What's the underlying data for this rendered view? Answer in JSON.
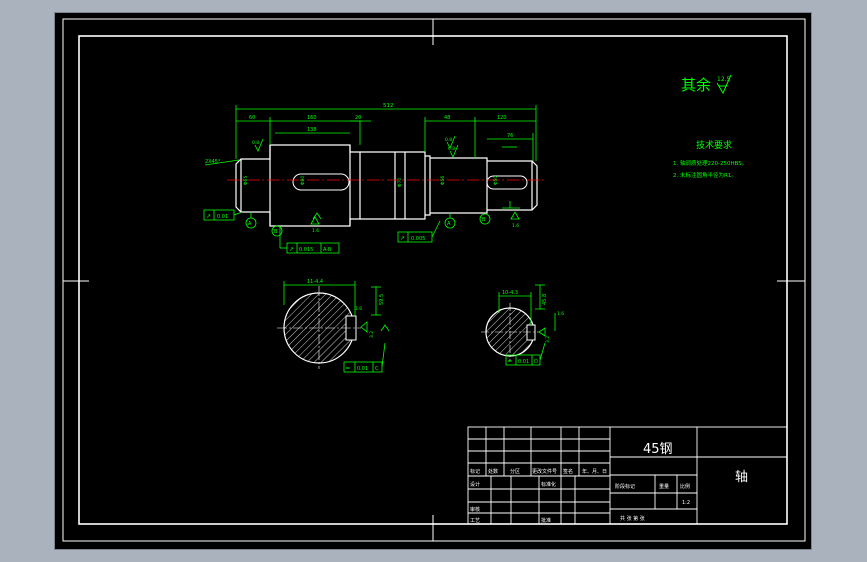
{
  "colors": {
    "background": "#000000",
    "frame": "#ffffff",
    "geometry": "#ffffff",
    "dimension": "#00ff00",
    "centerline": "#ff0000",
    "annotation": "#00ff00",
    "window_bg": "#a9b2bd"
  },
  "notes": {
    "other_surface": "其余",
    "other_roughness": "12.5",
    "tech_title": "技术要求",
    "tech_items": [
      "1. 轴调质处理220-250HBS。",
      "2. 未标注圆角半径为R1。"
    ]
  },
  "dims": {
    "overall": "512",
    "d60": "60",
    "d160": "160",
    "d138": "138",
    "d20": "20",
    "d48": "48",
    "d120": "120",
    "d76": "76",
    "chamfer": "2X45°",
    "r08a": "0.8",
    "r16a": "1.6",
    "r08b": "0.8",
    "r08c": "0.8",
    "r16b": "1.6",
    "tol_a": "0.01",
    "tol_b": "0.015",
    "tol_c": "0.005",
    "key_a": "11",
    "key_b": "10",
    "dia_a": "Φ65",
    "dia_b": "Φ80",
    "dia_c": "Φ70",
    "dia_d": "Φ56",
    "dia_e": "Φ50",
    "dat_a": "A",
    "dat_b": "B",
    "dat_c": "A-B",
    "dat_d": "A-B",
    "sec_a_top": "11-4.4",
    "sec_a_side": "59.5",
    "sec_a_rough": "1.6",
    "sec_a_rough2": "3.2",
    "sec_a_tol": "0.01",
    "sec_a_dat": "C",
    "sec_b_top": "10-4.3",
    "sec_b_side": "45.8",
    "sec_b_rough": "1.6",
    "sec_b_rough2": "3.2",
    "sec_b_tol": "0.01",
    "sec_b_dat": "D"
  },
  "title_block": {
    "material": "45钢",
    "part_name": "轴",
    "scale_value": "1:2",
    "row_labels": [
      "标记",
      "处数",
      "分区",
      "更改文件号",
      "签名",
      "年、月、日"
    ],
    "design": "设计",
    "standard": "标准化",
    "review": "审核",
    "process": "工艺",
    "approve": "批准",
    "stage": "阶段标记",
    "weight": "重量",
    "scale": "比例",
    "sheets": "共  张  第  张"
  }
}
